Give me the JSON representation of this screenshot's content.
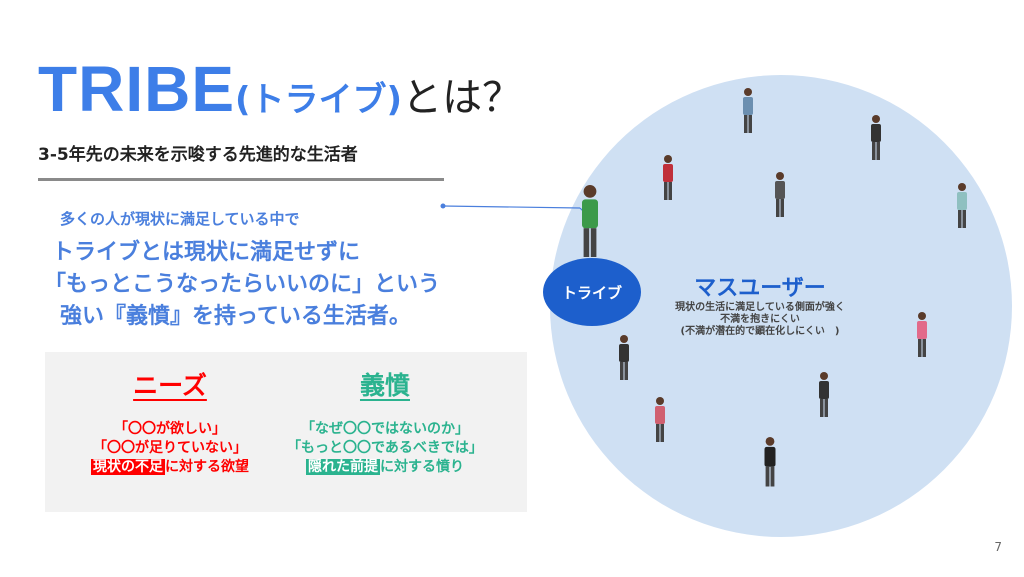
{
  "title": {
    "main": "TRIBE",
    "paren": "(トライブ)",
    "tail": "とは？"
  },
  "subtitle": "3-5年先の未来を示唆する先進的な生活者",
  "description": [
    "多くの人が現状に満足している中で",
    "トライブとは現状に満足せずに",
    "「もっとこうなったらいいのに」という",
    "強い『義憤』を持っている生活者。"
  ],
  "needs": {
    "heading": "ニーズ",
    "lines": [
      "「〇〇が欲しい」",
      "「〇〇が足りていない」"
    ],
    "highlight": "現状の不足",
    "rest": "に対する欲望",
    "color": "#ff0000"
  },
  "indignation": {
    "heading": "義憤",
    "lines": [
      "「なぜ〇〇ではないのか」",
      "「もっと〇〇であるべきでは」"
    ],
    "highlight": "隠れた前提",
    "rest": "に対する憤り",
    "color": "#2bb38f"
  },
  "diagram": {
    "tribe_label": "トライブ",
    "mass_title": "マスユーザー",
    "mass_desc": [
      "現状の生活に満足している側面が強く",
      "不満を抱きにくい",
      "(不満が潜在的で顕在化しにくい　)"
    ]
  },
  "page_number": "7"
}
